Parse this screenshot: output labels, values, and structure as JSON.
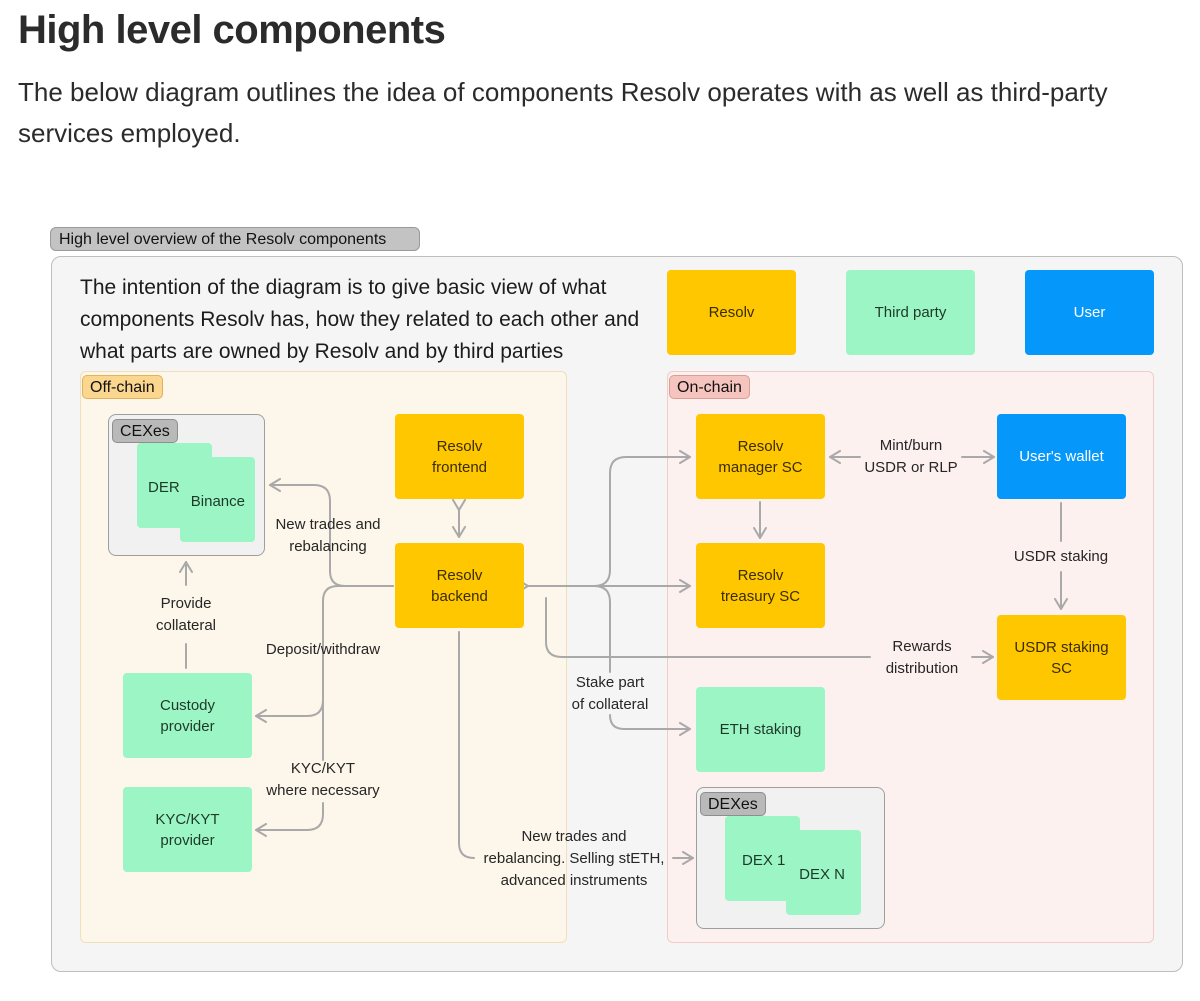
{
  "page": {
    "title": "High level components",
    "intro": "The below diagram outlines the idea of components Resolv operates with as well as third-party services employed."
  },
  "diagram": {
    "frame_label": "High level overview of the Resolv components",
    "description": "The intention of the diagram is to give basic view of what components Resolv has, how they related to each other and what parts are owned by Resolv and by third parties",
    "legend": {
      "resolv": "Resolv",
      "third_party": "Third party",
      "user": "User"
    },
    "regions": {
      "offchain": "Off-chain",
      "onchain": "On-chain"
    },
    "groups": {
      "cexes": "CEXes",
      "dexes": "DEXes"
    },
    "nodes": {
      "deri": "DERI",
      "binance": "Binance",
      "frontend": "Resolv\nfrontend",
      "backend": "Resolv\nbackend",
      "custody": "Custody\nprovider",
      "kyc": "KYC/KYT\nprovider",
      "manager": "Resolv\nmanager SC",
      "treasury": "Resolv\ntreasury SC",
      "wallet": "User's wallet",
      "staking_sc": "USDR staking\nSC",
      "eth_staking": "ETH staking",
      "dex1": "DEX 1",
      "dexn": "DEX N"
    },
    "edge_labels": {
      "new_trades": "New trades and\nrebalancing",
      "provide_collateral": "Provide\ncollateral",
      "deposit_withdraw": "Deposit/withdraw",
      "kyc_kyt": "KYC/KYT\nwhere necessary",
      "mint_burn": "Mint/burn\nUSDR or RLP",
      "usdr_staking": "USDR staking",
      "rewards": "Rewards\ndistribution",
      "stake_part": "Stake part\nof collateral",
      "dex_trades": "New trades and\nrebalancing. Selling stETH,\nadvanced instruments"
    },
    "colors": {
      "resolv": "#ffc700",
      "third_party": "#9cf5c4",
      "user": "#0598fa",
      "arrow": "#a9a9a9"
    }
  }
}
